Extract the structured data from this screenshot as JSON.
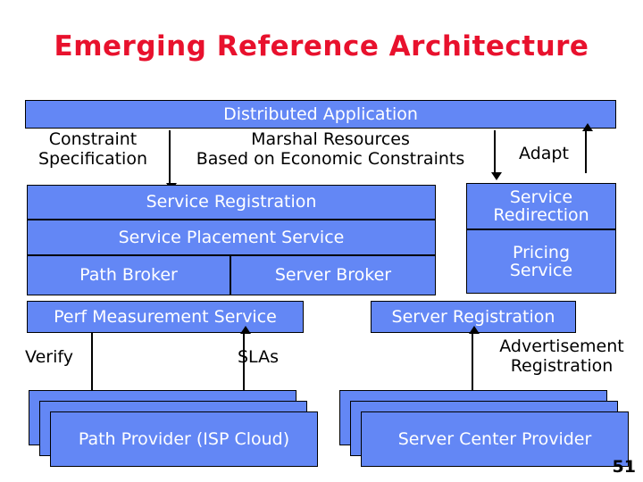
{
  "slide": {
    "title": "Emerging Reference Architecture",
    "page_number": "51",
    "colors": {
      "title": "#e8112d",
      "box_fill": "#6387f5",
      "box_border": "#000000",
      "box_text": "#ffffff",
      "annotation_text": "#000000",
      "background": "#ffffff"
    }
  },
  "boxes": {
    "distributed_application": "Distributed Application",
    "service_registration": "Service Registration",
    "service_placement_service": "Service Placement Service",
    "path_broker": "Path Broker",
    "server_broker": "Server Broker",
    "perf_measurement_service": "Perf Measurement Service",
    "server_registration": "Server Registration",
    "service_redirection": "Service\nRedirection",
    "pricing_service": "Pricing\nService",
    "path_provider": "Path Provider (ISP Cloud)",
    "server_center_provider": "Server Center Provider"
  },
  "annotations": {
    "constraint_specification": "Constraint\nSpecification",
    "marshal_resources": "Marshal Resources\nBased on Economic Constraints",
    "adapt": "Adapt",
    "verify": "Verify",
    "slas": "SLAs",
    "advertisement_registration": "Advertisement\nRegistration"
  }
}
